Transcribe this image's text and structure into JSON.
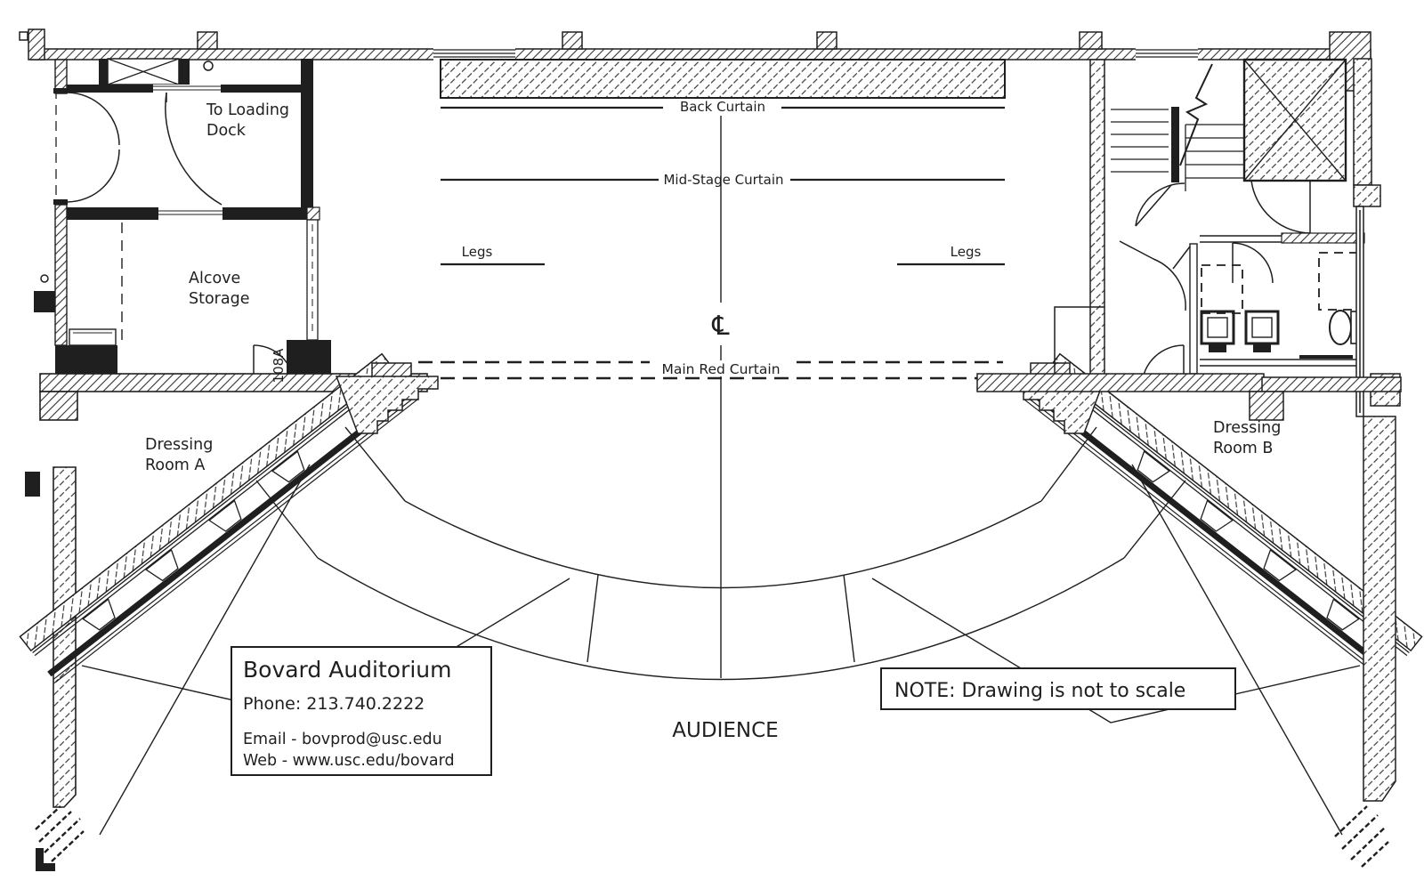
{
  "drawing": {
    "note": "NOTE: Drawing is not to scale",
    "audience": "AUDIENCE",
    "centerline_symbol": "℄",
    "curtains": {
      "back": "Back Curtain",
      "mid": "Mid-Stage Curtain",
      "main": "Main Red Curtain",
      "legs_left": "Legs",
      "legs_right": "Legs"
    },
    "rooms": {
      "loading_dock": [
        "To Loading",
        "Dock"
      ],
      "alcove": [
        "Alcove",
        "Storage"
      ],
      "dressing_a": [
        "Dressing",
        "Room A"
      ],
      "dressing_b": [
        "Dressing",
        "Room B"
      ],
      "door_number": "108A"
    },
    "info_box": {
      "title": "Bovard Auditorium",
      "phone": "Phone: 213.740.2222",
      "email": "Email - bovprod@usc.edu",
      "web": "Web - www.usc.edu/bovard"
    },
    "colors": {
      "ink": "#1f1f1f",
      "paper": "#ffffff"
    }
  }
}
